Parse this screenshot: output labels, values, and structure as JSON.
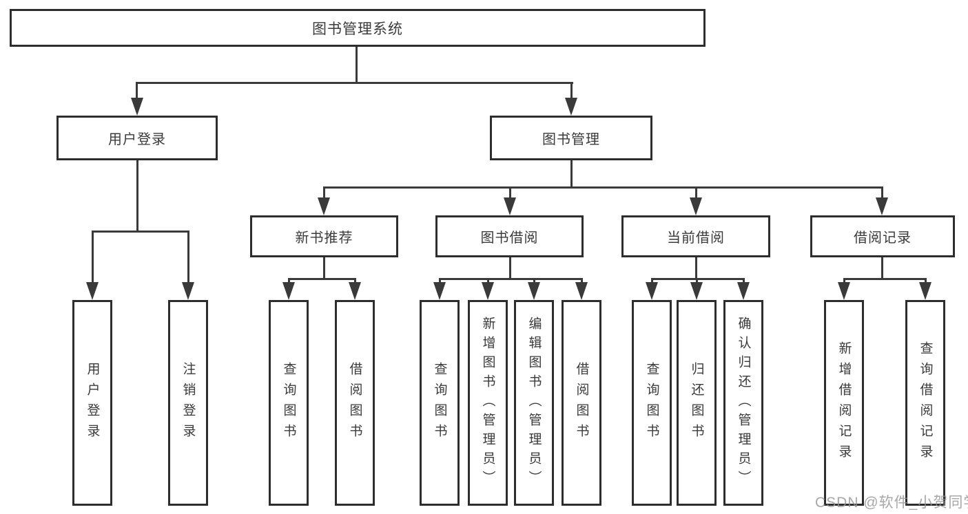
{
  "diagram": {
    "root": {
      "label": "图书管理系统"
    },
    "branches": [
      {
        "label": "用户登录",
        "children": [
          {
            "label": "用户登录"
          },
          {
            "label": "注销登录"
          }
        ]
      },
      {
        "label": "图书管理",
        "children": [
          {
            "label": "新书推荐",
            "children": [
              {
                "label": "查询图书"
              },
              {
                "label": "借阅图书"
              }
            ]
          },
          {
            "label": "图书借阅",
            "children": [
              {
                "label": "查询图书"
              },
              {
                "label": "新增图书（管理员）"
              },
              {
                "label": "编辑图书（管理员）"
              },
              {
                "label": "借阅图书"
              }
            ]
          },
          {
            "label": "当前借阅",
            "children": [
              {
                "label": "查询图书"
              },
              {
                "label": "归还图书"
              },
              {
                "label": "确认归还（管理员）"
              }
            ]
          },
          {
            "label": "借阅记录",
            "children": [
              {
                "label": "新增借阅记录"
              },
              {
                "label": "查询借阅记录"
              }
            ]
          }
        ]
      }
    ]
  },
  "watermark": {
    "text": "CSDN @软件_小贺同学"
  },
  "colors": {
    "line": "#3a3a3a",
    "box_border": "#2d2d2d",
    "text": "#3a3a3a",
    "watermark": "#949494",
    "background": "#ffffff"
  }
}
